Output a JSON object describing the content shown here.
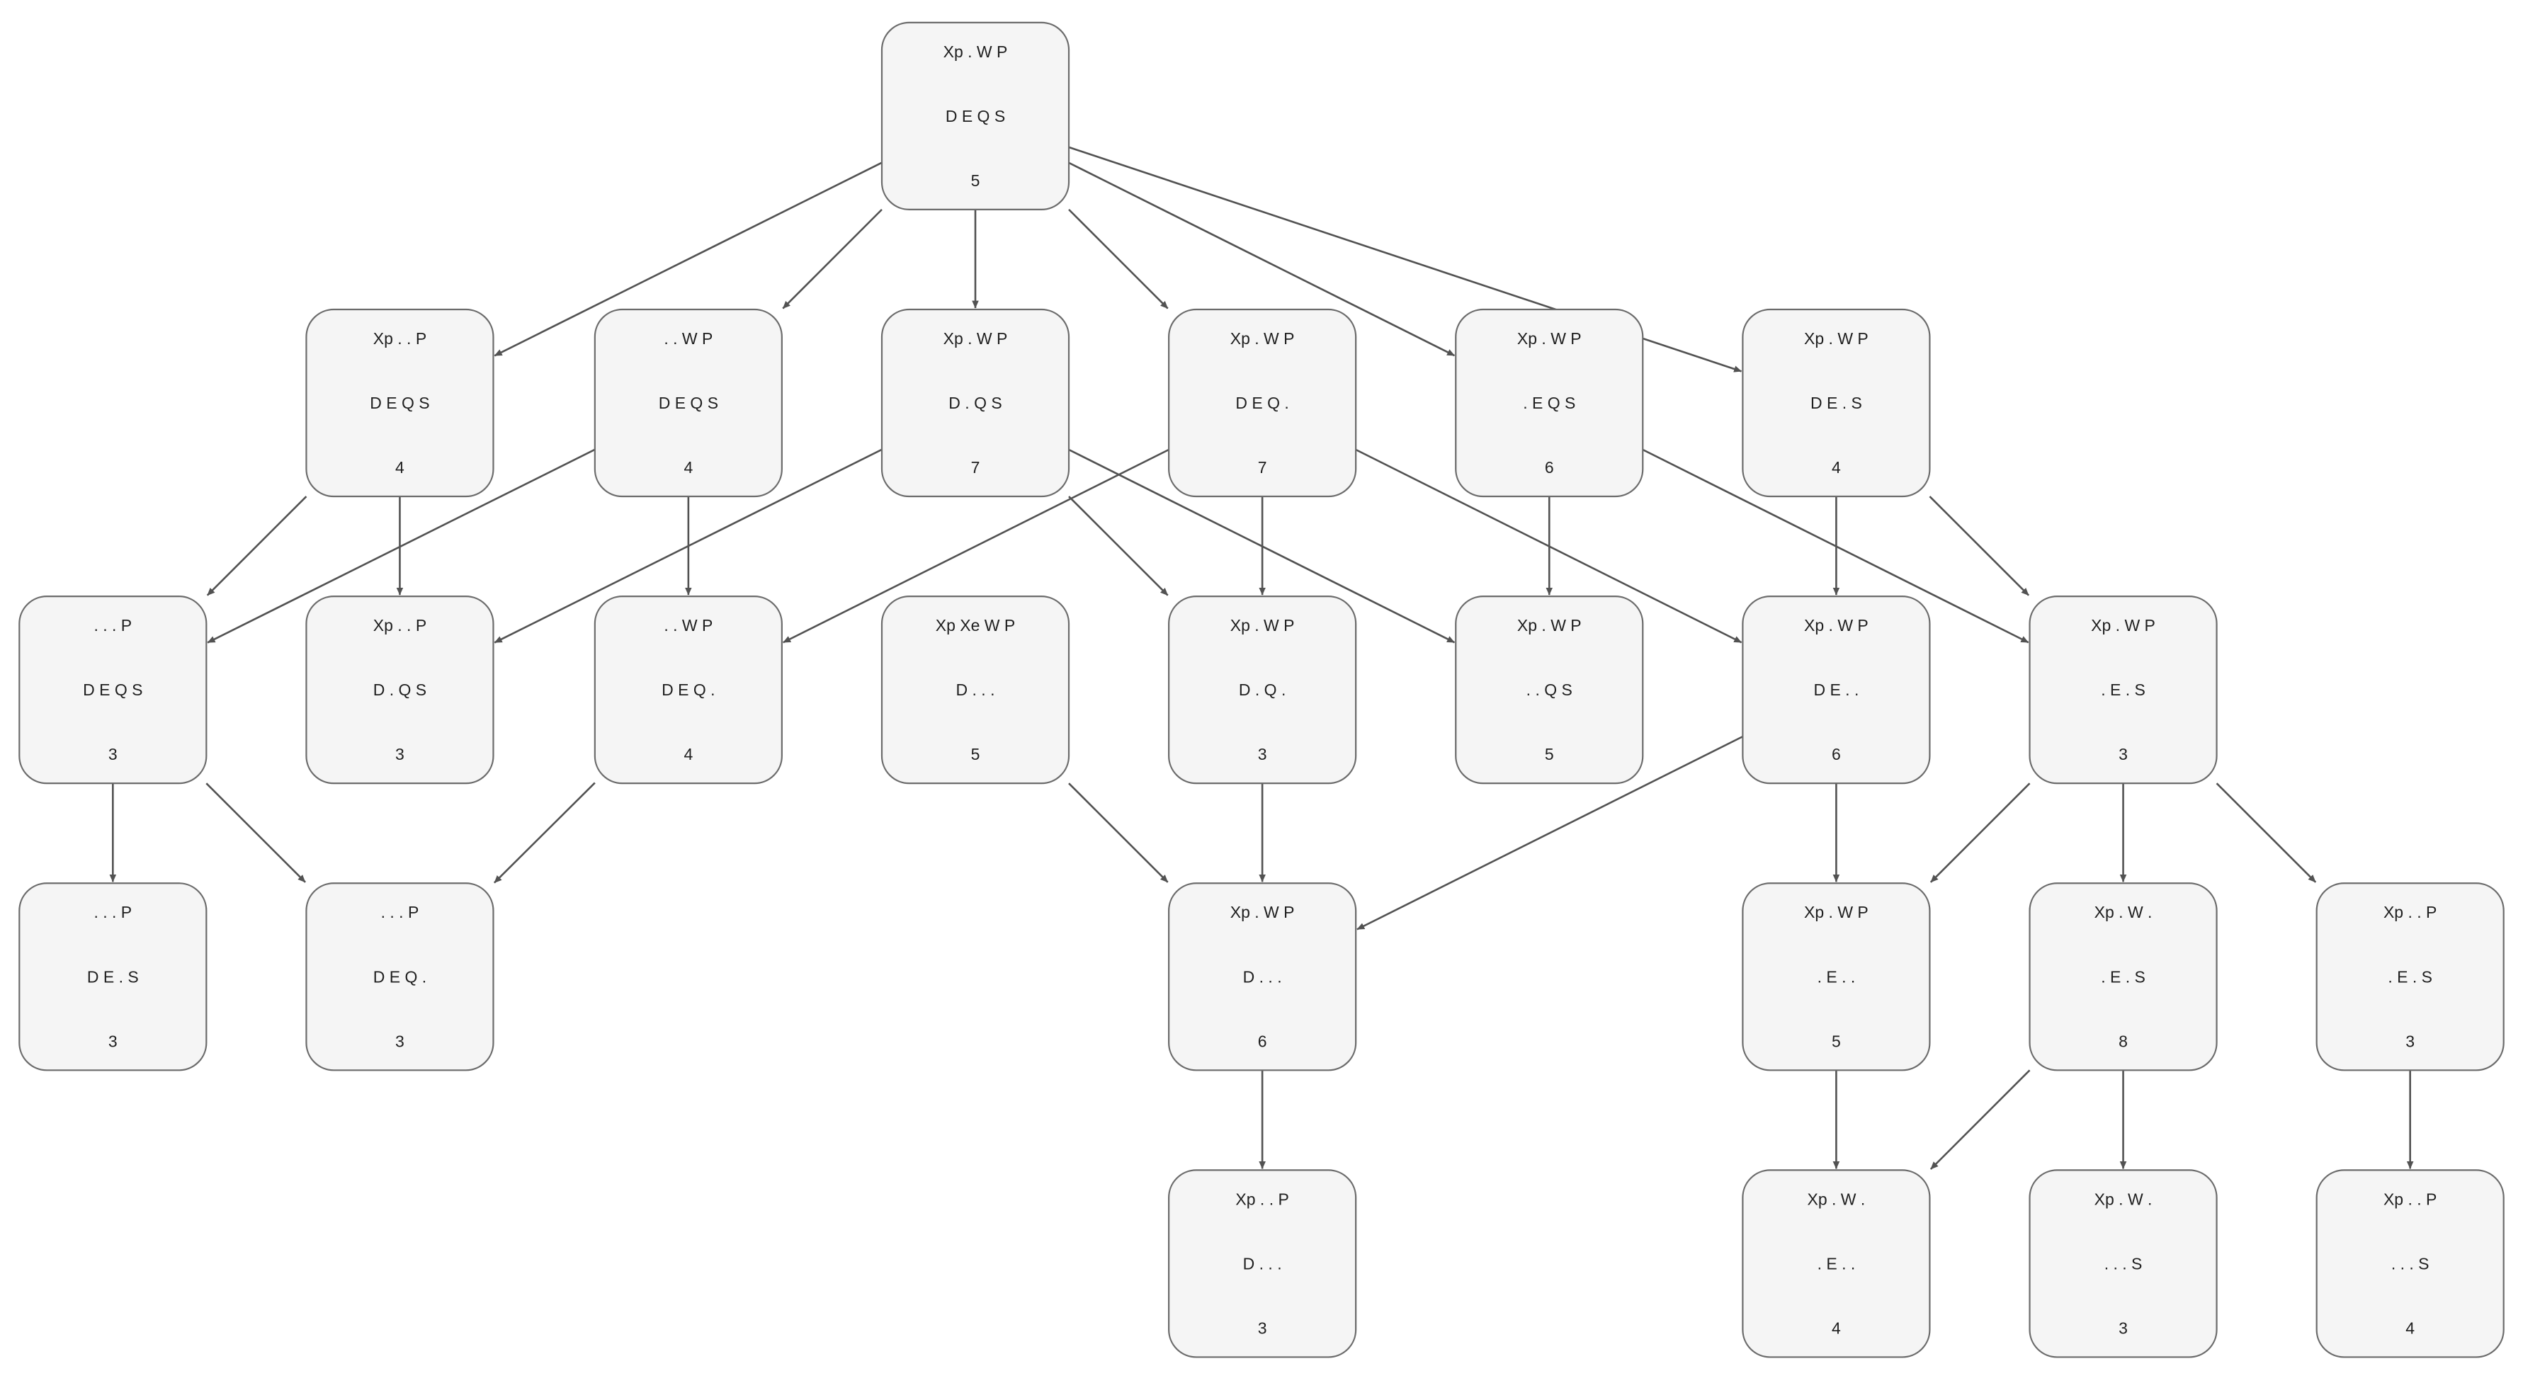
{
  "colors": {
    "node_fill": "#f5f5f5",
    "node_border": "#6b6b6b",
    "edge": "#525252",
    "text": "#1f1f1f",
    "background": "#ffffff"
  },
  "nodes": [
    {
      "id": "n0",
      "lines": [
        "Xp . W P",
        "D E Q S",
        "5"
      ]
    },
    {
      "id": "n1",
      "lines": [
        "Xp . . P",
        "D E Q S",
        "4"
      ]
    },
    {
      "id": "n2",
      "lines": [
        ". . W P",
        "D E Q S",
        "4"
      ]
    },
    {
      "id": "n3",
      "lines": [
        "Xp . W P",
        "D . Q S",
        "7"
      ]
    },
    {
      "id": "n4",
      "lines": [
        "Xp . W P",
        "D E Q .",
        "7"
      ]
    },
    {
      "id": "n5",
      "lines": [
        "Xp . W P",
        ". E Q S",
        "6"
      ]
    },
    {
      "id": "n6",
      "lines": [
        "Xp . W P",
        "D E . S",
        "4"
      ]
    },
    {
      "id": "n7",
      "lines": [
        ". . . P",
        "D E Q S",
        "3"
      ]
    },
    {
      "id": "n8",
      "lines": [
        "Xp . . P",
        "D . Q S",
        "3"
      ]
    },
    {
      "id": "n9",
      "lines": [
        ". . W P",
        "D E Q .",
        "4"
      ]
    },
    {
      "id": "n10",
      "lines": [
        "Xp Xe W P",
        "D . . .",
        "5"
      ]
    },
    {
      "id": "n11",
      "lines": [
        "Xp . W P",
        "D . Q .",
        "3"
      ]
    },
    {
      "id": "n12",
      "lines": [
        "Xp . W P",
        ". . Q S",
        "5"
      ]
    },
    {
      "id": "n13",
      "lines": [
        "Xp . W P",
        "D E . .",
        "6"
      ]
    },
    {
      "id": "n14",
      "lines": [
        "Xp . W P",
        ". E . S",
        "3"
      ]
    },
    {
      "id": "n15",
      "lines": [
        ". . . P",
        "D E . S",
        "3"
      ]
    },
    {
      "id": "n16",
      "lines": [
        ". . . P",
        "D E Q .",
        "3"
      ]
    },
    {
      "id": "n17",
      "lines": [
        "Xp . W P",
        "D . . .",
        "6"
      ]
    },
    {
      "id": "n18",
      "lines": [
        "Xp . W P",
        ". E . .",
        "5"
      ]
    },
    {
      "id": "n19",
      "lines": [
        "Xp . W .",
        ". E . S",
        "8"
      ]
    },
    {
      "id": "n20",
      "lines": [
        "Xp . . P",
        ". E . S",
        "3"
      ]
    },
    {
      "id": "n21",
      "lines": [
        "Xp . . P",
        "D . . .",
        "3"
      ]
    },
    {
      "id": "n22",
      "lines": [
        "Xp . W .",
        ". E . .",
        "4"
      ]
    },
    {
      "id": "n23",
      "lines": [
        "Xp . W .",
        ". . . S",
        "3"
      ]
    },
    {
      "id": "n24",
      "lines": [
        "Xp . . P",
        ". . . S",
        "4"
      ]
    }
  ],
  "edges": [
    [
      "n0",
      "n1"
    ],
    [
      "n0",
      "n2"
    ],
    [
      "n0",
      "n3"
    ],
    [
      "n0",
      "n4"
    ],
    [
      "n0",
      "n5"
    ],
    [
      "n0",
      "n6"
    ],
    [
      "n1",
      "n7"
    ],
    [
      "n1",
      "n8"
    ],
    [
      "n2",
      "n7"
    ],
    [
      "n2",
      "n9"
    ],
    [
      "n3",
      "n8"
    ],
    [
      "n3",
      "n11"
    ],
    [
      "n3",
      "n12"
    ],
    [
      "n4",
      "n9"
    ],
    [
      "n4",
      "n11"
    ],
    [
      "n4",
      "n13"
    ],
    [
      "n5",
      "n12"
    ],
    [
      "n5",
      "n14"
    ],
    [
      "n6",
      "n13"
    ],
    [
      "n6",
      "n14"
    ],
    [
      "n7",
      "n15"
    ],
    [
      "n7",
      "n16"
    ],
    [
      "n9",
      "n16"
    ],
    [
      "n10",
      "n17"
    ],
    [
      "n11",
      "n17"
    ],
    [
      "n13",
      "n17"
    ],
    [
      "n13",
      "n18"
    ],
    [
      "n14",
      "n18"
    ],
    [
      "n14",
      "n19"
    ],
    [
      "n14",
      "n20"
    ],
    [
      "n17",
      "n21"
    ],
    [
      "n18",
      "n22"
    ],
    [
      "n19",
      "n22"
    ],
    [
      "n19",
      "n23"
    ],
    [
      "n20",
      "n24"
    ]
  ]
}
